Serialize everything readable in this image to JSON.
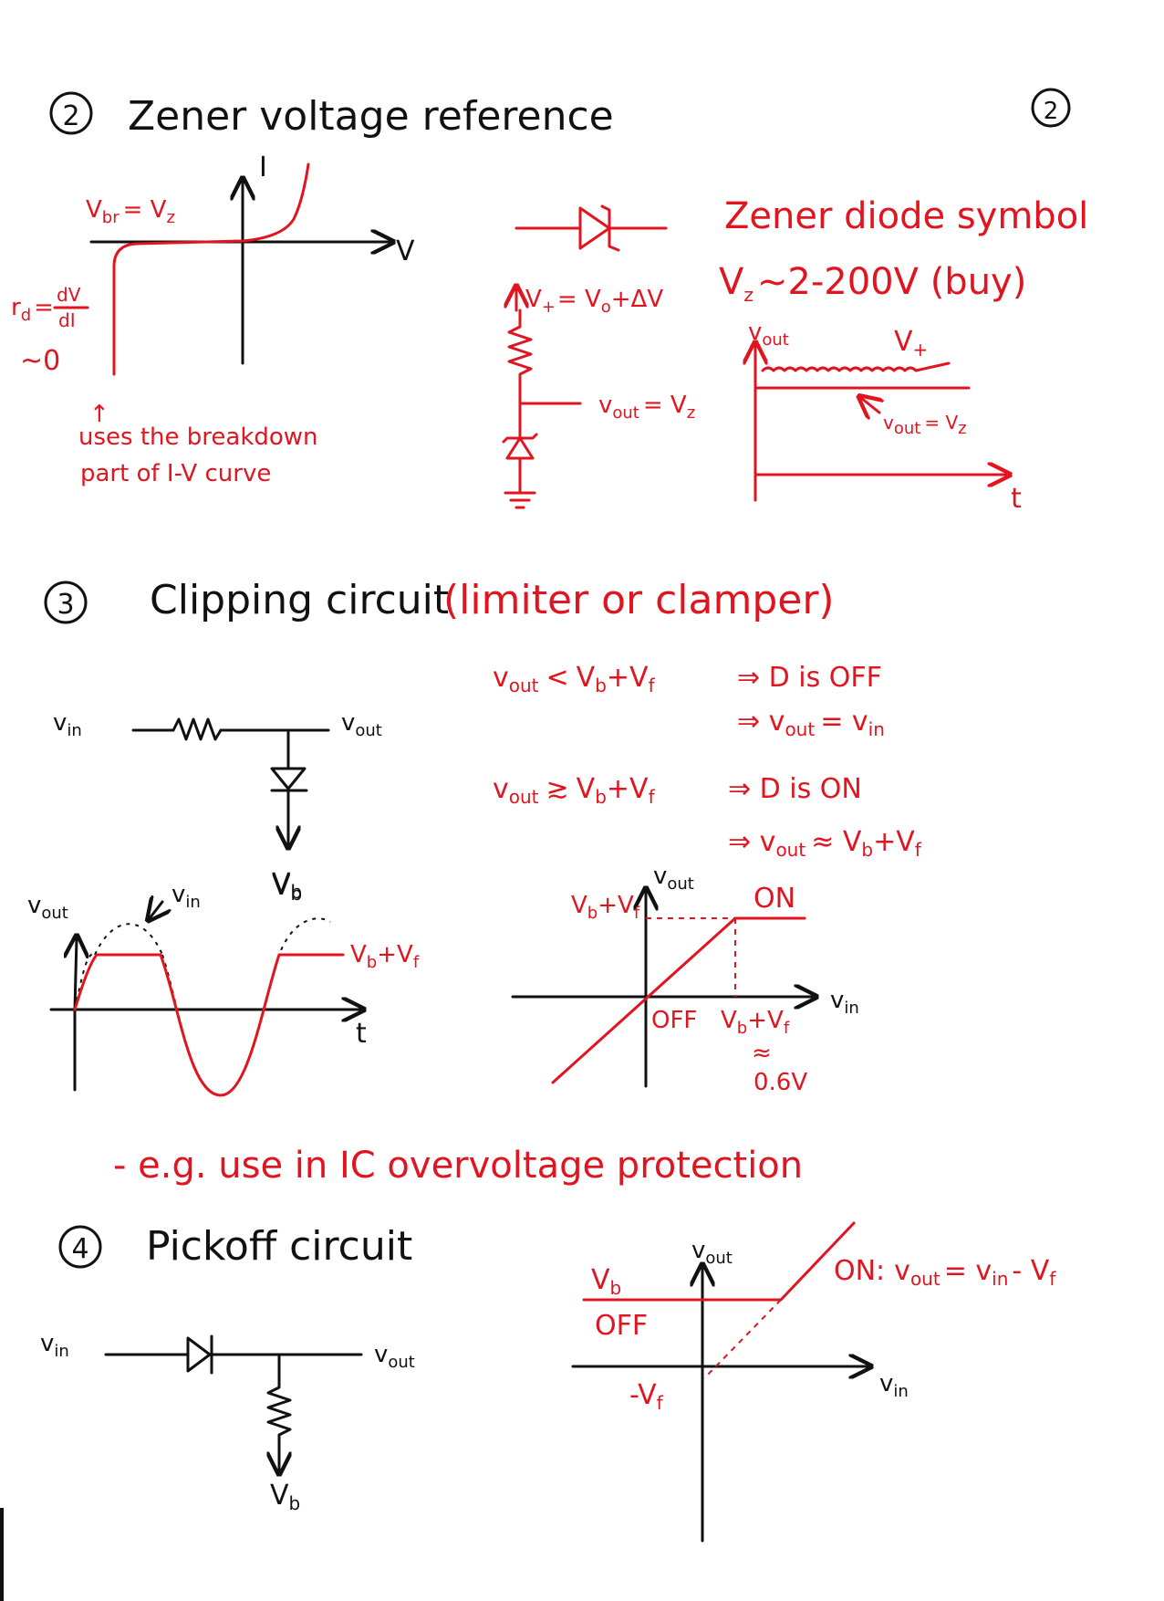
{
  "page_number": "2",
  "colors": {
    "ink": "#111111",
    "red": "#e0151f"
  },
  "section2": {
    "number": "2",
    "title": "Zener voltage reference",
    "iv": {
      "y_axis": "I",
      "x_axis": "V",
      "vbr_label": "V",
      "vbr_sub": "br",
      "vbr_eq": "= V",
      "vbr_eq_sub": "z",
      "rd_lhs": "r",
      "rd_sub": "d",
      "rd_eq": "=",
      "rd_num": "dV",
      "rd_den": "dI",
      "rd_approx": "~0",
      "arrow": "↑",
      "note_line1": "uses the breakdown",
      "note_line2": "part of I-V curve"
    },
    "symbol_heading": "Zener diode symbol",
    "vz_range": "V",
    "vz_range_sub": "z",
    "vz_range_rest": "~2-200V  (buy)",
    "circuit": {
      "vplus": "V",
      "vplus_sub": "+",
      "vplus_eq": "= V",
      "vplus_eq_sub": "o",
      "vplus_rest": "+ΔV",
      "vout_a": "v",
      "vout_a_sub": "out",
      "vout_a_rest": "= V",
      "vout_a_sub2": "z"
    },
    "graph": {
      "y_axis": "v",
      "y_axis_sub": "out",
      "x_axis": "t",
      "vplus": "V",
      "vplus_sub": "+",
      "vout": "v",
      "vout_sub": "out",
      "vout_rest": "= V",
      "vout_sub2": "z"
    }
  },
  "section3": {
    "number": "3",
    "title": "Clipping circuit",
    "subtitle": "(limiter or clamper)",
    "circuit": {
      "vin": "v",
      "vin_sub": "in",
      "vout": "v",
      "vout_sub": "out",
      "vb": "V",
      "vb_sub": "b"
    },
    "cond1": {
      "lhs": "v",
      "lhs_sub": "out",
      "rel": "<",
      "rhs": "V",
      "rhs_sub": "b",
      "rhs2": "+V",
      "rhs2_sub": "f",
      "result": "⇒ D is OFF",
      "line2": "⇒ v",
      "line2_sub": "out",
      "line2_eq": "= v",
      "line2_sub2": "in"
    },
    "cond2": {
      "lhs": "v",
      "lhs_sub": "out",
      "rel": "≳",
      "rhs": "V",
      "rhs_sub": "b",
      "rhs2": "+V",
      "rhs2_sub": "f",
      "result": "⇒ D is ON",
      "line2": "⇒ v",
      "line2_sub": "out",
      "line2_eq": "≈ V",
      "line2_sub2": "b",
      "line2_rest": "+V",
      "line2_sub3": "f"
    },
    "wave": {
      "y_axis": "v",
      "y_axis_sub": "out",
      "x_axis": "t",
      "vin_label": "v",
      "vin_label_sub": "in",
      "clip_label": "V",
      "clip_sub": "b",
      "clip_rest": "+V",
      "clip_sub2": "f",
      "vb_label": "V",
      "vb_sub": "b"
    },
    "transfer": {
      "y_axis": "v",
      "y_axis_sub": "out",
      "x_axis": "v",
      "x_axis_sub": "in",
      "on": "ON",
      "off": "OFF",
      "level": "V",
      "level_sub": "b",
      "level_rest": "+V",
      "level_sub2": "f",
      "xlevel": "V",
      "xlevel_sub": "b",
      "xlevel_rest": "+V",
      "xlevel_sub2": "f",
      "approx": "≈",
      "value": "0.6V"
    },
    "example": "- e.g. use in IC overvoltage protection"
  },
  "section4": {
    "number": "4",
    "title": "Pickoff circuit",
    "circuit": {
      "vin": "v",
      "vin_sub": "in",
      "vout": "v",
      "vout_sub": "out",
      "vb": "V",
      "vb_sub": "b"
    },
    "transfer": {
      "y_axis": "v",
      "y_axis_sub": "out",
      "x_axis": "v",
      "x_axis_sub": "in",
      "vb": "V",
      "vb_sub": "b",
      "off": "OFF",
      "neg_vf": "-V",
      "neg_vf_sub": "f",
      "on": "ON:",
      "on_eq": "v",
      "on_eq_sub": "out",
      "on_eq2": "= v",
      "on_eq_sub2": "in",
      "on_eq3": "- V",
      "on_eq_sub3": "f"
    }
  }
}
